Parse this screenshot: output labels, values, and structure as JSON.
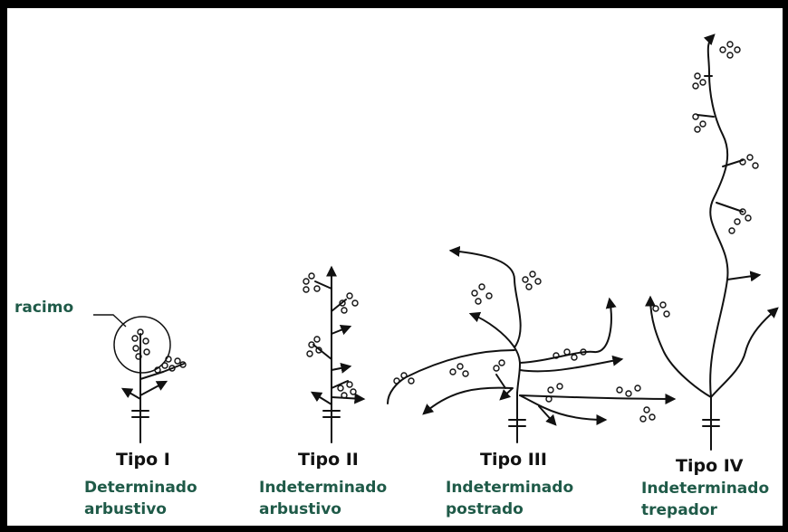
{
  "callout": {
    "label": "racimo"
  },
  "types": [
    {
      "title": "Tipo I",
      "line1": "Determinado",
      "line2": "arbustivo"
    },
    {
      "title": "Tipo II",
      "line1": "Indeterminado",
      "line2": "arbustivo"
    },
    {
      "title": "Tipo III",
      "line1": "Indeterminado",
      "line2": "postrado"
    },
    {
      "title": "Tipo IV",
      "line1": "Indeterminado",
      "line2": "trepador"
    }
  ],
  "colors": {
    "frame": "#000000",
    "background": "#ffffff",
    "ink": "#111111",
    "caption": "#1f5a48"
  }
}
